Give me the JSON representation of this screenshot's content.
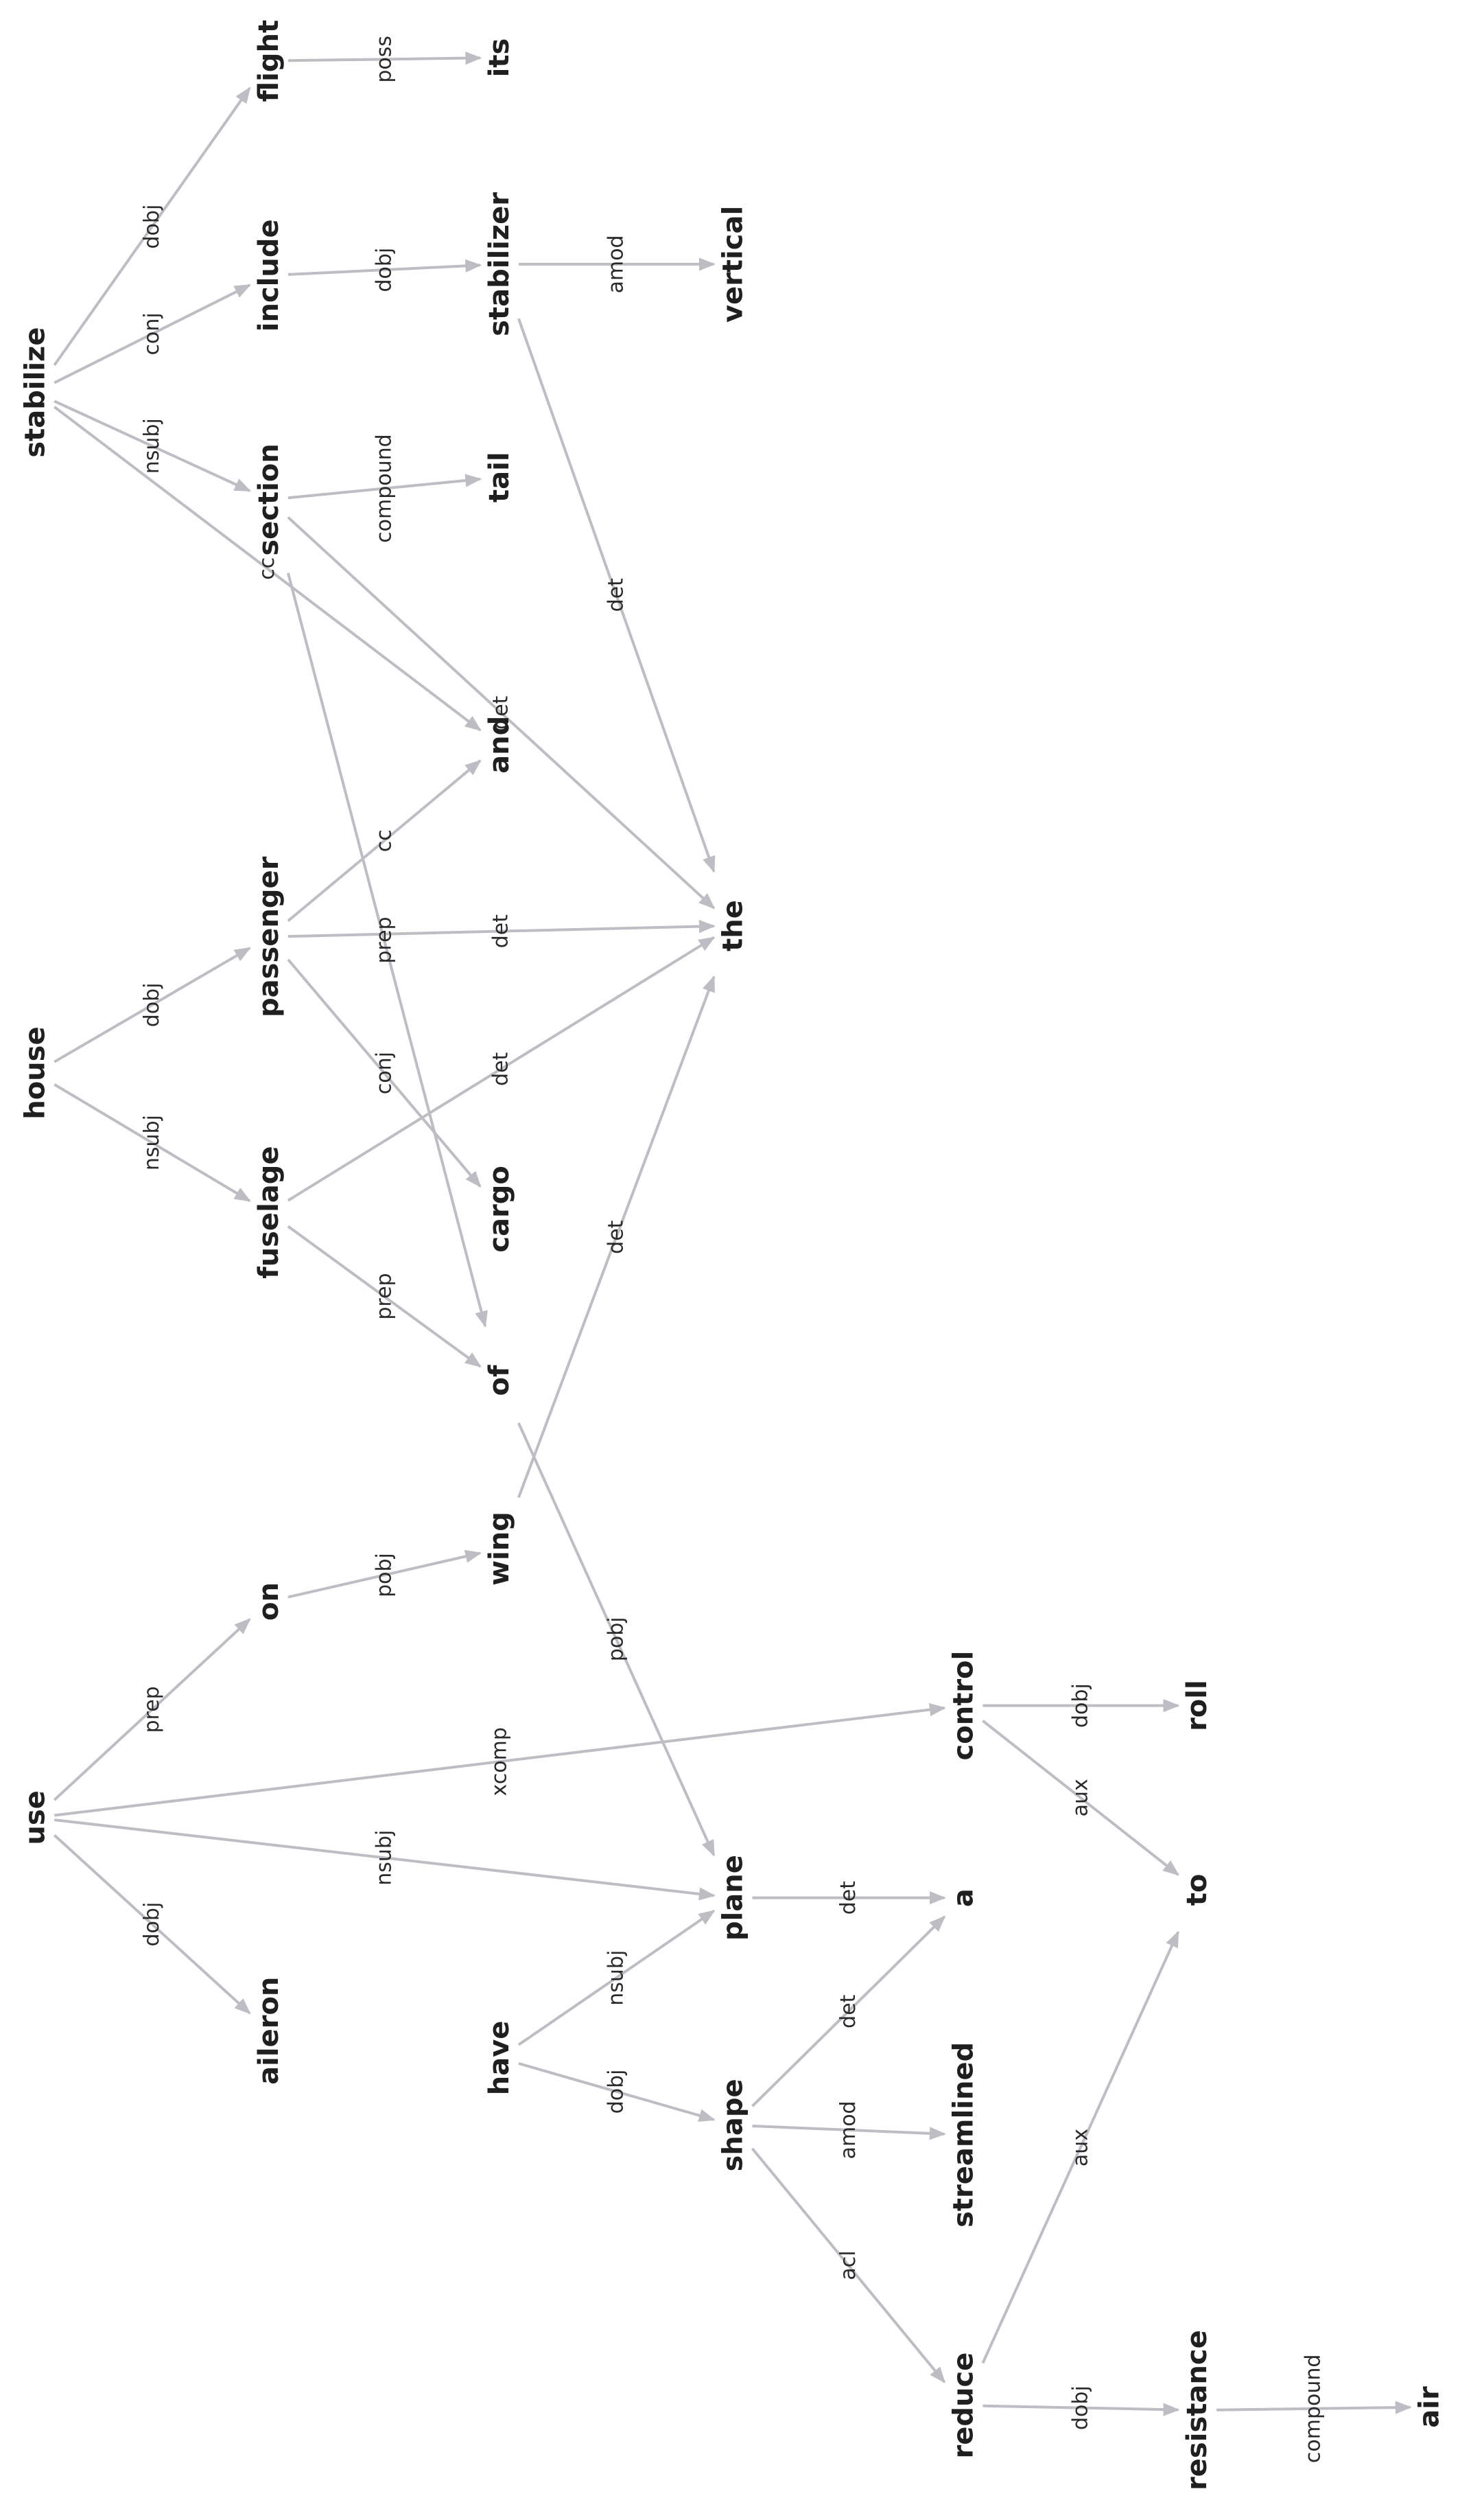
{
  "diagram": {
    "type": "dependency-parse",
    "colors": {
      "edge": "#bdbdc3",
      "node_text": "#1f1f1f",
      "label_text": "#2a2a2a",
      "background": "#ffffff"
    },
    "nodes": [
      {
        "id": "stabilize",
        "label": "stabilize"
      },
      {
        "id": "flight",
        "label": "flight"
      },
      {
        "id": "its",
        "label": "its"
      },
      {
        "id": "include",
        "label": "include"
      },
      {
        "id": "stabilizer",
        "label": "stabilizer"
      },
      {
        "id": "vertical",
        "label": "vertical"
      },
      {
        "id": "section",
        "label": "section"
      },
      {
        "id": "tail",
        "label": "tail"
      },
      {
        "id": "and",
        "label": "and"
      },
      {
        "id": "the",
        "label": "the"
      },
      {
        "id": "house",
        "label": "house"
      },
      {
        "id": "passenger",
        "label": "passenger"
      },
      {
        "id": "fuselage",
        "label": "fuselage"
      },
      {
        "id": "cargo",
        "label": "cargo"
      },
      {
        "id": "of",
        "label": "of"
      },
      {
        "id": "wing",
        "label": "wing"
      },
      {
        "id": "on",
        "label": "on"
      },
      {
        "id": "use",
        "label": "use"
      },
      {
        "id": "control",
        "label": "control"
      },
      {
        "id": "roll",
        "label": "roll"
      },
      {
        "id": "plane",
        "label": "plane"
      },
      {
        "id": "a",
        "label": "a"
      },
      {
        "id": "to",
        "label": "to"
      },
      {
        "id": "aileron",
        "label": "aileron"
      },
      {
        "id": "have",
        "label": "have"
      },
      {
        "id": "shape",
        "label": "shape"
      },
      {
        "id": "streamlined",
        "label": "streamlined"
      },
      {
        "id": "reduce",
        "label": "reduce"
      },
      {
        "id": "resistance",
        "label": "resistance"
      },
      {
        "id": "air",
        "label": "air"
      }
    ],
    "edges": [
      {
        "id": "e1",
        "from": "stabilize",
        "to": "flight",
        "label": "dobj"
      },
      {
        "id": "e2",
        "from": "flight",
        "to": "its",
        "label": "poss"
      },
      {
        "id": "e3",
        "from": "stabilize",
        "to": "include",
        "label": "conj"
      },
      {
        "id": "e4",
        "from": "include",
        "to": "stabilizer",
        "label": "dobj"
      },
      {
        "id": "e5",
        "from": "stabilizer",
        "to": "vertical",
        "label": "amod"
      },
      {
        "id": "e6",
        "from": "stabilize",
        "to": "section",
        "label": "nsubj"
      },
      {
        "id": "e7",
        "from": "section",
        "to": "tail",
        "label": "compound"
      },
      {
        "id": "e8",
        "from": "stabilize",
        "to": "and",
        "label": "cc"
      },
      {
        "id": "e9",
        "from": "section",
        "to": "the",
        "label": "det"
      },
      {
        "id": "e10",
        "from": "stabilizer",
        "to": "the",
        "label": "det"
      },
      {
        "id": "e11",
        "from": "section",
        "to": "of",
        "label": "prep"
      },
      {
        "id": "e12",
        "from": "house",
        "to": "passenger",
        "label": "dobj"
      },
      {
        "id": "e13",
        "from": "house",
        "to": "fuselage",
        "label": "nsubj"
      },
      {
        "id": "e14",
        "from": "passenger",
        "to": "and",
        "label": "cc"
      },
      {
        "id": "e15",
        "from": "passenger",
        "to": "the",
        "label": "det"
      },
      {
        "id": "e16",
        "from": "passenger",
        "to": "cargo",
        "label": "conj"
      },
      {
        "id": "e17",
        "from": "fuselage",
        "to": "the",
        "label": "det"
      },
      {
        "id": "e18",
        "from": "fuselage",
        "to": "of",
        "label": "prep"
      },
      {
        "id": "e19",
        "from": "wing",
        "to": "the",
        "label": "det"
      },
      {
        "id": "e20",
        "from": "of",
        "to": "plane",
        "label": "pobj"
      },
      {
        "id": "e21",
        "from": "on",
        "to": "wing",
        "label": "pobj"
      },
      {
        "id": "e22",
        "from": "use",
        "to": "on",
        "label": "prep"
      },
      {
        "id": "e23",
        "from": "use",
        "to": "control",
        "label": "xcomp"
      },
      {
        "id": "e24",
        "from": "use",
        "to": "plane",
        "label": "nsubj"
      },
      {
        "id": "e25",
        "from": "use",
        "to": "aileron",
        "label": "dobj"
      },
      {
        "id": "e26",
        "from": "control",
        "to": "roll",
        "label": "dobj"
      },
      {
        "id": "e27",
        "from": "control",
        "to": "to",
        "label": "aux"
      },
      {
        "id": "e28",
        "from": "plane",
        "to": "a",
        "label": "det"
      },
      {
        "id": "e29",
        "from": "have",
        "to": "plane",
        "label": "nsubj"
      },
      {
        "id": "e30",
        "from": "have",
        "to": "shape",
        "label": "dobj"
      },
      {
        "id": "e31",
        "from": "shape",
        "to": "a",
        "label": "det"
      },
      {
        "id": "e32",
        "from": "shape",
        "to": "streamlined",
        "label": "amod"
      },
      {
        "id": "e33",
        "from": "shape",
        "to": "reduce",
        "label": "acl"
      },
      {
        "id": "e34",
        "from": "reduce",
        "to": "to",
        "label": "aux"
      },
      {
        "id": "e35",
        "from": "reduce",
        "to": "resistance",
        "label": "dobj"
      },
      {
        "id": "e36",
        "from": "resistance",
        "to": "air",
        "label": "compound"
      }
    ]
  }
}
